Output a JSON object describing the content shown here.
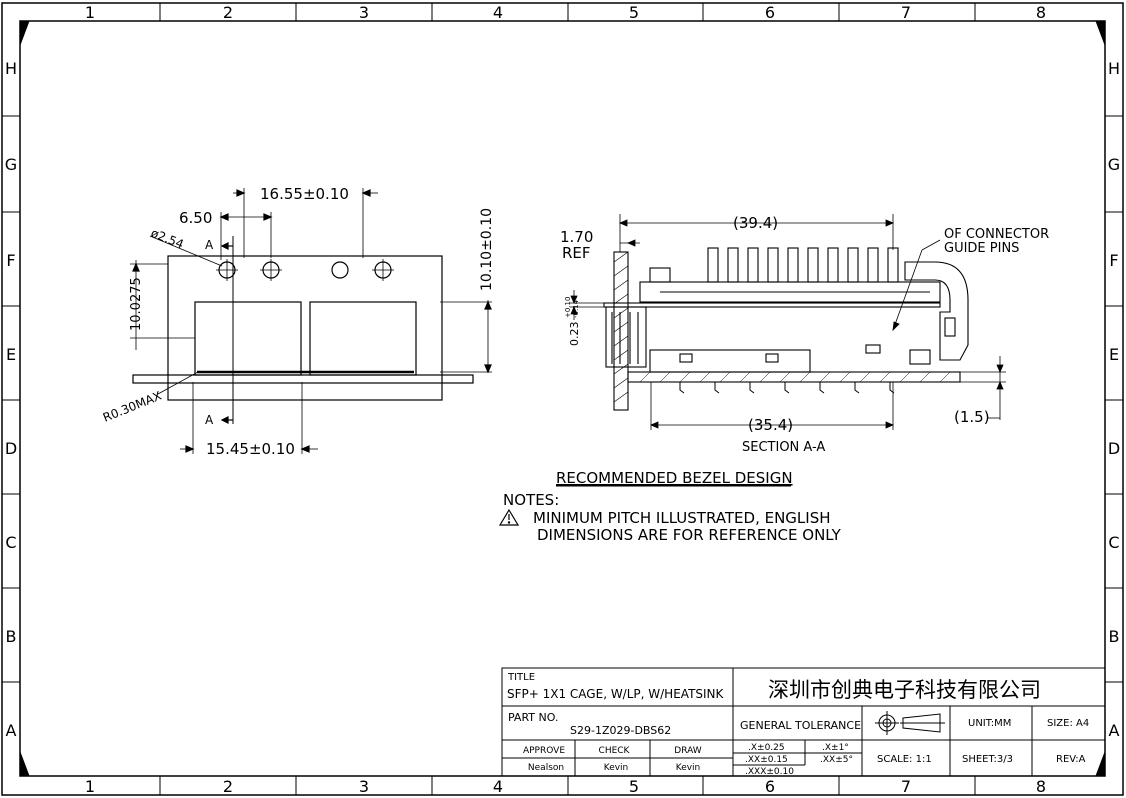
{
  "border": {
    "columns": [
      "1",
      "2",
      "3",
      "4",
      "5",
      "6",
      "7",
      "8"
    ],
    "rows": [
      "H",
      "G",
      "F",
      "E",
      "D",
      "C",
      "B",
      "A"
    ]
  },
  "front_view": {
    "dim_top_width": "16.55±0.10",
    "dim_offset": "6.50",
    "hole_dia": "ø2.54",
    "dim_right_height": "10.10±0.10",
    "dim_left_height": "10.0275",
    "radius": "R0.30MAX",
    "dim_bottom_width": "15.45±0.10",
    "section_marker_top": "A",
    "section_marker_bottom": "A"
  },
  "section_view": {
    "dim_top_length": "(39.4)",
    "ref_dim": "1.70",
    "ref_label": "REF",
    "thickness_tol": "0.23",
    "thickness_plus": "+0.10",
    "thickness_minus": "-0.14",
    "dim_bottom_length": "(35.4)",
    "dim_right_small": "(1.5)",
    "callout_line1": "OF CONNECTOR",
    "callout_line2": "GUIDE PINS",
    "section_label": "SECTION A-A"
  },
  "bezel_title": "RECOMMENDED BEZEL DESIGN",
  "notes": {
    "heading": "NOTES:",
    "line1": "MINIMUM PITCH ILLUSTRATED, ENGLISH",
    "line2": "DIMENSIONS ARE FOR REFERENCE ONLY"
  },
  "title_block": {
    "title_label": "TITLE",
    "title_value": "SFP+ 1X1 CAGE, W/LP, W/HEATSINK",
    "company": "深圳市创典电子科技有限公司",
    "part_no_label": "PART NO.",
    "part_no_value": "S29-1Z029-DBS62",
    "general_tolerance": "GENERAL TOLERANCE",
    "unit": "UNIT:MM",
    "size": "SIZE: A4",
    "approve_label": "APPROVE",
    "approve_value": "Nealson",
    "check_label": "CHECK",
    "check_value": "Kevin",
    "draw_label": "DRAW",
    "draw_value": "Kevin",
    "tol_x": ".X±0.25",
    "tol_xx": ".XX±0.15",
    "tol_xxx": ".XXX±0.10",
    "ang_x": ".X±1°",
    "ang_xx": ".XX±5°",
    "scale": "SCALE: 1:1",
    "sheet": "SHEET:3/3",
    "rev": "REV:A"
  }
}
